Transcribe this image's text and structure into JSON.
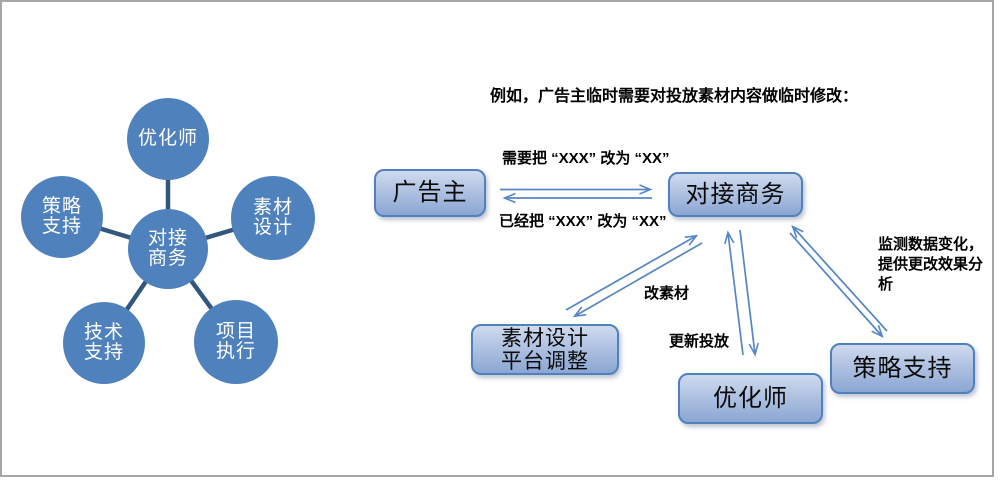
{
  "colors": {
    "circle_fill": "#4f81bd",
    "circle_text": "#ffffff",
    "spoke_line": "#31587c",
    "arrow_line": "#5586c5",
    "box_border": "#4f81bd",
    "box_gradient_top": "#cfdaee",
    "box_gradient_bottom": "#8ba6d3",
    "frame_border": "#a6a6a6",
    "label_text": "#000000"
  },
  "hub_diagram": {
    "center": {
      "label": "对接\n商务"
    },
    "nodes": [
      {
        "label": "优化师"
      },
      {
        "label": "策略\n支持"
      },
      {
        "label": "素材\n设计"
      },
      {
        "label": "技术\n支持"
      },
      {
        "label": "项目\n执行"
      }
    ]
  },
  "flow_diagram": {
    "title": "例如，广告主临时需要对投放素材内容做临时修改：",
    "boxes": [
      {
        "label": "广告主"
      },
      {
        "label": "对接商务"
      },
      {
        "label": "素材设计\n平台调整"
      },
      {
        "label": "优化师"
      },
      {
        "label": "策略支持"
      }
    ],
    "edge_labels": [
      {
        "text": "需要把 “XXX” 改为 “XX”"
      },
      {
        "text": "已经把 “XXX” 改为 “XX”"
      },
      {
        "text": "改素材"
      },
      {
        "text": "更新投放"
      },
      {
        "text": "监测数据变化，\n提供更改效果分\n析"
      }
    ]
  }
}
